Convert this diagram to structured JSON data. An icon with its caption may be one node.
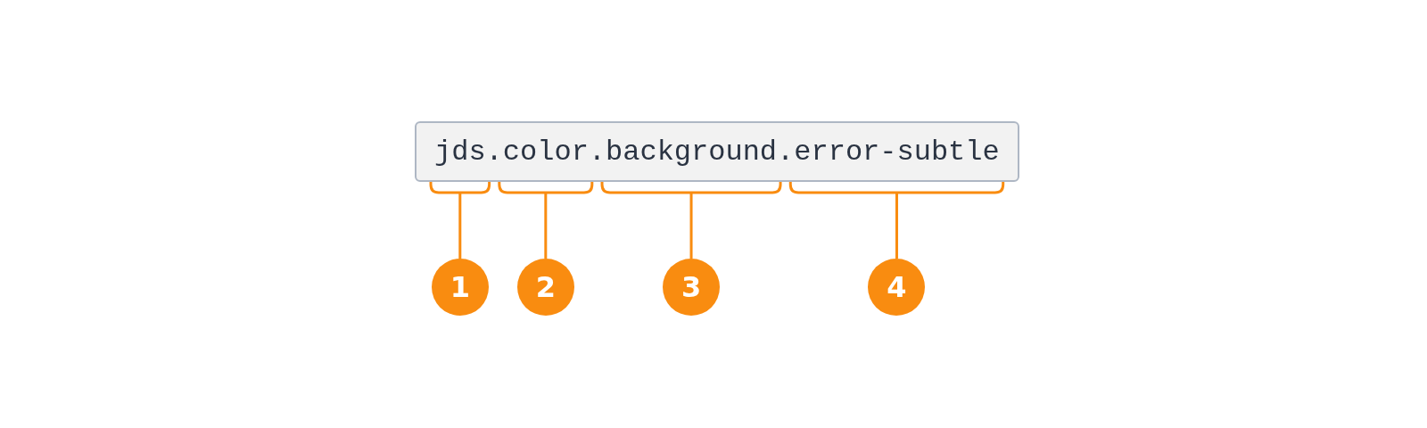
{
  "diagram": {
    "nodes": [
      {
        "text": [
          "jds.color.background.error-subtle"
        ]
      },
      {
        "text": [
          "1"
        ]
      },
      {
        "text": [
          "2"
        ]
      },
      {
        "text": [
          "3"
        ]
      },
      {
        "text": [
          "4"
        ]
      }
    ],
    "edges": [
      {
        "from": 1,
        "to": 0,
        "arrow": "none"
      },
      {
        "from": 2,
        "to": 0,
        "arrow": "none"
      },
      {
        "from": 3,
        "to": 0,
        "arrow": "none"
      },
      {
        "from": 4,
        "to": 0,
        "arrow": "none"
      }
    ]
  }
}
